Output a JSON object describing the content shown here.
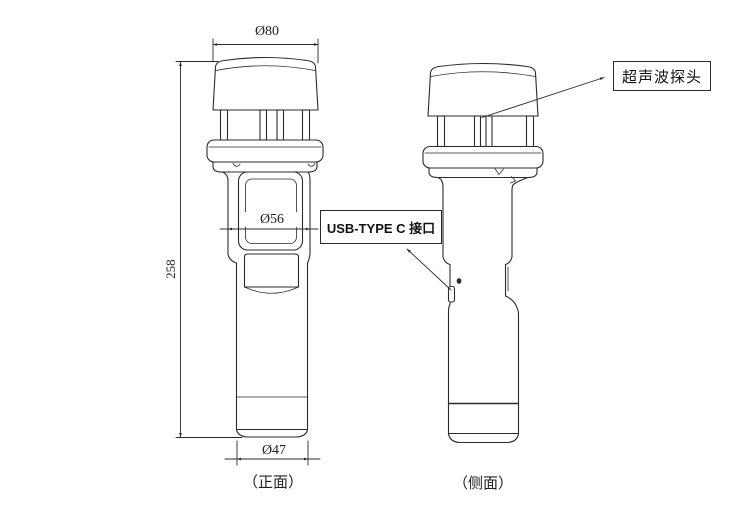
{
  "drawing": {
    "dimensions": {
      "cap_diameter": "Ø80",
      "body_diameter": "Ø56",
      "base_diameter": "Ø47",
      "overall_height": "258"
    },
    "callouts": {
      "probe_label": "超声波探头",
      "usb_label": "USB-TYPE C 接口"
    },
    "captions": {
      "front_view": "（正面）",
      "side_view": "（侧面）"
    },
    "colors": {
      "line": "#2b2b2b",
      "background": "#ffffff"
    }
  }
}
